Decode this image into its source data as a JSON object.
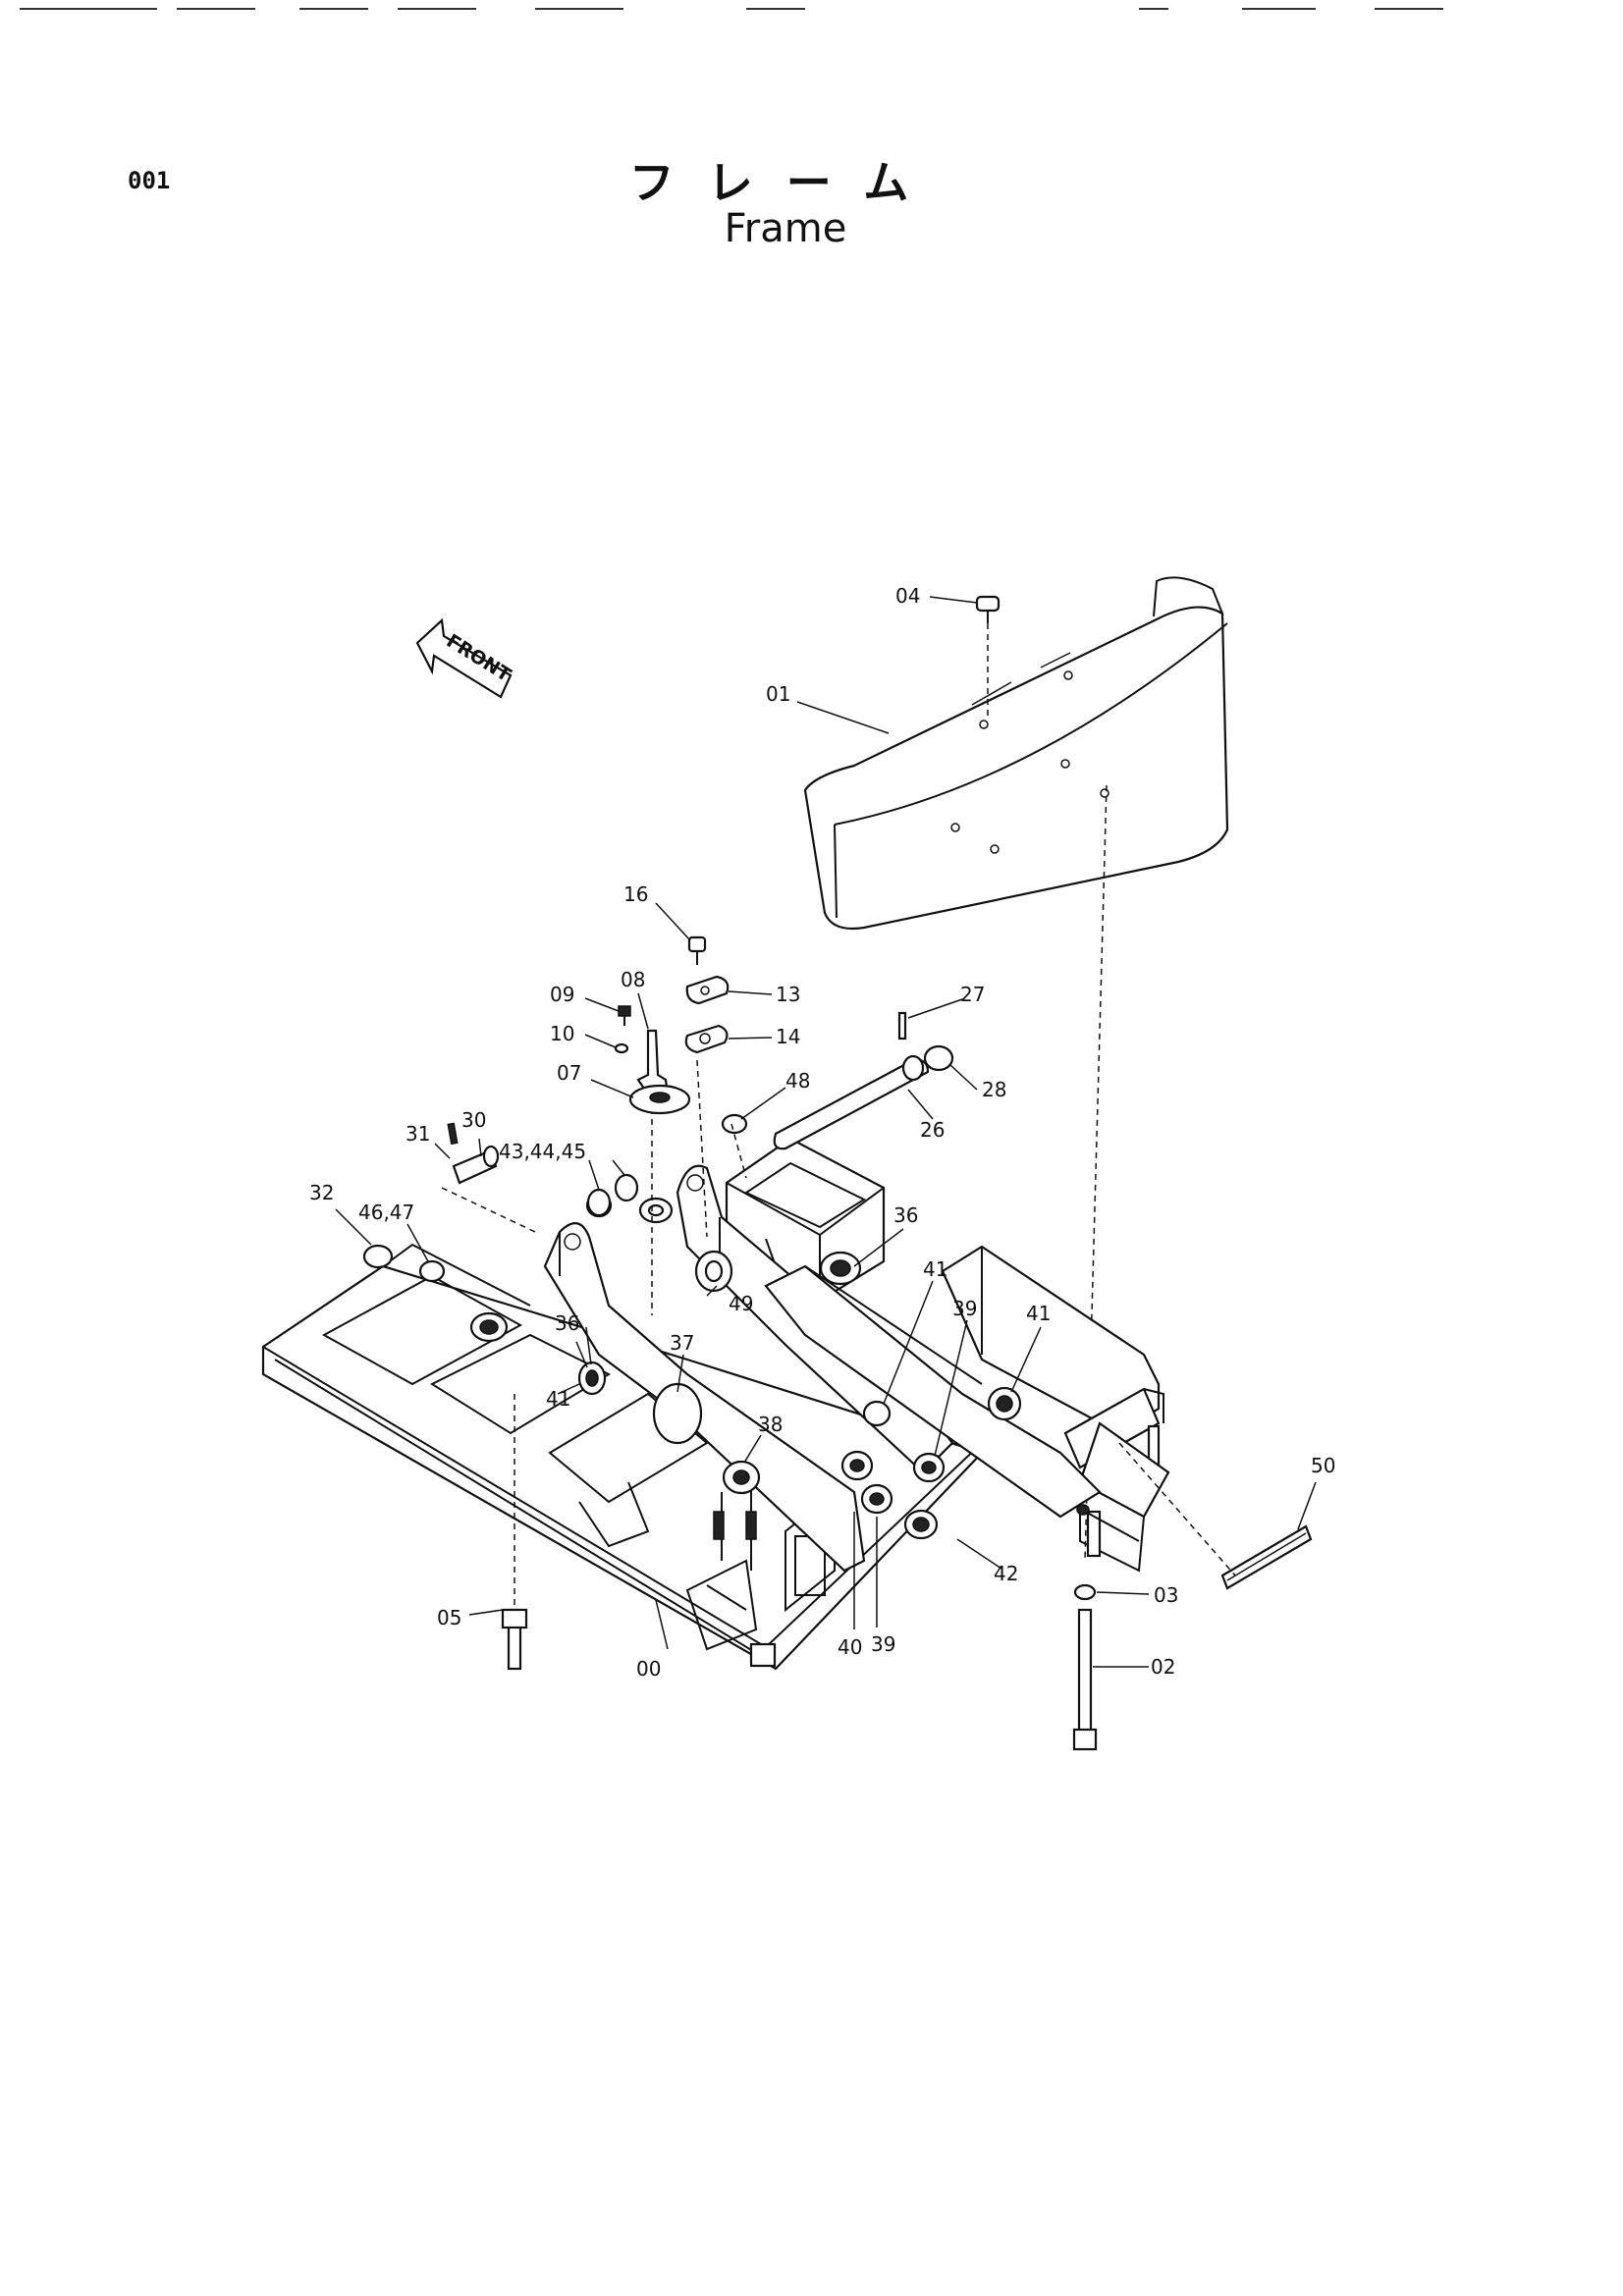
{
  "header": {
    "page_code": "001",
    "title_jp": "フレーム",
    "title_en": "Frame"
  },
  "front_arrow": {
    "label": "FRONT"
  },
  "callouts": [
    {
      "id": "c04",
      "text": "04"
    },
    {
      "id": "c01",
      "text": "01"
    },
    {
      "id": "c16",
      "text": "16"
    },
    {
      "id": "c13",
      "text": "13"
    },
    {
      "id": "c14",
      "text": "14"
    },
    {
      "id": "c09",
      "text": "09"
    },
    {
      "id": "c10",
      "text": "10"
    },
    {
      "id": "c08",
      "text": "08"
    },
    {
      "id": "c07",
      "text": "07"
    },
    {
      "id": "c48",
      "text": "48"
    },
    {
      "id": "c27",
      "text": "27"
    },
    {
      "id": "c28",
      "text": "28"
    },
    {
      "id": "c26",
      "text": "26"
    },
    {
      "id": "c31",
      "text": "31"
    },
    {
      "id": "c30",
      "text": "30"
    },
    {
      "id": "c43",
      "text": "43,44,45"
    },
    {
      "id": "c32",
      "text": "32"
    },
    {
      "id": "c46",
      "text": "46,47"
    },
    {
      "id": "c36a",
      "text": "36"
    },
    {
      "id": "c49",
      "text": "49"
    },
    {
      "id": "c41a",
      "text": "41"
    },
    {
      "id": "c39a",
      "text": "39"
    },
    {
      "id": "c41b",
      "text": "41"
    },
    {
      "id": "c36b",
      "text": "36"
    },
    {
      "id": "c37",
      "text": "37"
    },
    {
      "id": "c38",
      "text": "38"
    },
    {
      "id": "c41c",
      "text": "41"
    },
    {
      "id": "c50",
      "text": "50"
    },
    {
      "id": "c42",
      "text": "42"
    },
    {
      "id": "c03",
      "text": "03"
    },
    {
      "id": "c05",
      "text": "05"
    },
    {
      "id": "c00",
      "text": "00"
    },
    {
      "id": "c40",
      "text": "40"
    },
    {
      "id": "c39b",
      "text": "39"
    },
    {
      "id": "c02",
      "text": "02"
    }
  ]
}
